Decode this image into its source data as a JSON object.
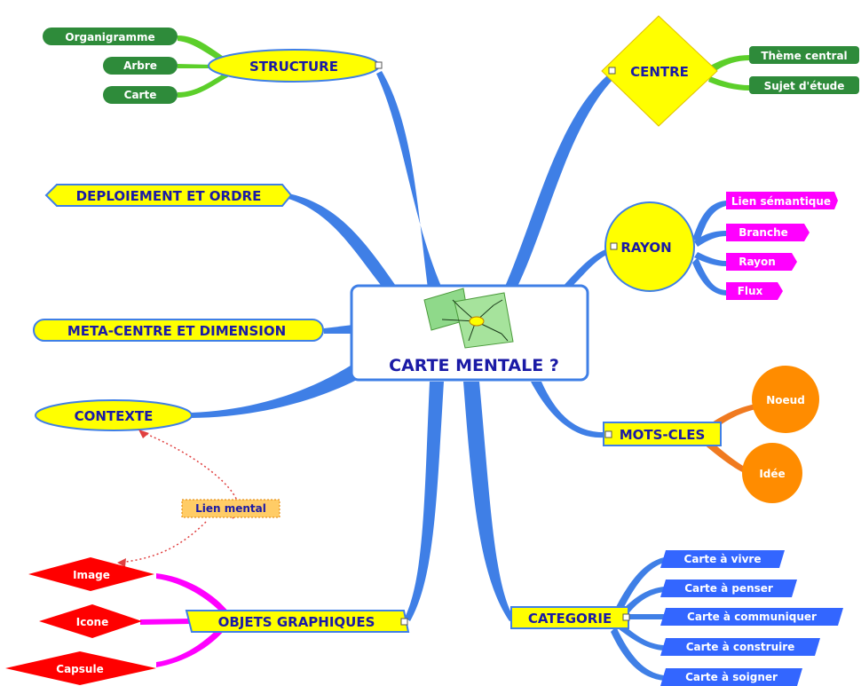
{
  "center": {
    "label": "CARTE MENTALE ?",
    "icon": "mind-map-icon"
  },
  "structure": {
    "label": "STRUCTURE",
    "children": [
      "Organigramme",
      "Arbre",
      "Carte"
    ]
  },
  "centre": {
    "label": "CENTRE",
    "children": [
      "Thème central",
      "Sujet d'étude"
    ]
  },
  "deploiement": {
    "label": "DEPLOIEMENT ET ORDRE"
  },
  "rayon": {
    "label": "RAYON",
    "children": [
      "Lien sémantique",
      "Branche",
      "Rayon",
      "Flux"
    ]
  },
  "meta": {
    "label": "META-CENTRE ET DIMENSION"
  },
  "contexte": {
    "label": "CONTEXTE"
  },
  "mots_cles": {
    "label": "MOTS-CLES",
    "children": [
      "Noeud",
      "Idée"
    ]
  },
  "lien_mental": {
    "label": "Lien mental"
  },
  "objets": {
    "label": "OBJETS GRAPHIQUES",
    "children": [
      "Image",
      "Icone",
      "Capsule"
    ]
  },
  "categorie": {
    "label": "CATEGORIE",
    "children": [
      "Carte à vivre",
      "Carte à penser",
      "Carte à communiquer",
      "Carte à construire",
      "Carte à soigner"
    ]
  },
  "colors": {
    "branch_blue": "#3f7fe6",
    "topic_yellow": "#ffff00",
    "topic_text": "#1a1aa6",
    "green_node": "#2e8b3a",
    "green_branch": "#5ccf2a",
    "magenta": "#ff00ff",
    "orange": "#ff8c00",
    "red": "#ff0000",
    "blue_node": "#3366ff"
  }
}
